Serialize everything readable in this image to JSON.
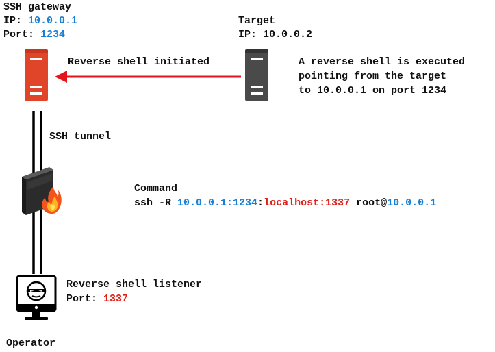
{
  "gateway": {
    "title": "SSH gateway",
    "ip_label": "IP: ",
    "ip_value": "10.0.0.1",
    "port_label": "Port: ",
    "port_value": "1234"
  },
  "target": {
    "title": "Target",
    "ip_label": "IP: ",
    "ip_value": "10.0.0.2"
  },
  "reverse_shell_arrow_label": "Reverse shell initiated",
  "target_note": {
    "line1": "A reverse shell is executed",
    "line2": "pointing from the target",
    "line3": "to 10.0.0.1 on port 1234"
  },
  "tunnel_label": "SSH tunnel",
  "command": {
    "title": "Command",
    "prefix": "ssh -R ",
    "remote": "10.0.0.1:1234",
    "sep": ":",
    "local": "localhost:1337",
    "user": " root@",
    "host": "10.0.0.1"
  },
  "listener": {
    "title": "Reverse shell listener",
    "port_label": "Port: ",
    "port_value": "1337"
  },
  "operator_label": "Operator",
  "colors": {
    "blue": "#1a7fd4",
    "red": "#e0201a",
    "gateway_server": "#e0452a",
    "target_server": "#4a4a4a",
    "arrow": "#e3141b"
  },
  "icons": {
    "gateway": "server-icon",
    "target": "server-icon",
    "firewall": "firewall-icon",
    "operator": "computer-hacker-icon"
  }
}
